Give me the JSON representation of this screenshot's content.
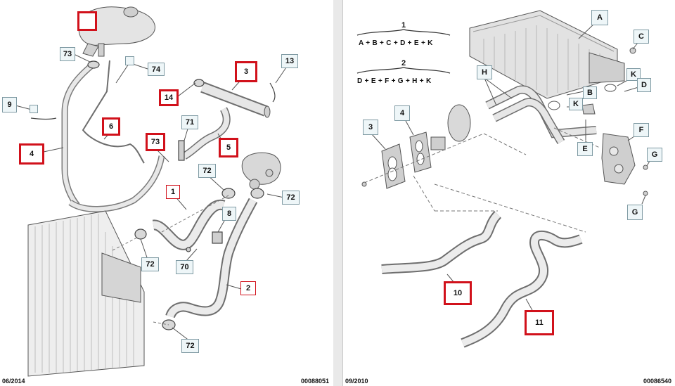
{
  "left_panel": {
    "footer_date": "06/2014",
    "footer_ref": "00088051",
    "labels": {
      "l73a": "73",
      "l74": "74",
      "l13": "13",
      "l3": "3",
      "l14": "14",
      "l9": "9",
      "l6": "6",
      "l71": "71",
      "l4": "4",
      "l73b": "73",
      "l5": "5",
      "l72a": "72",
      "l72b": "72",
      "l1": "1",
      "l8": "8",
      "l72c": "72",
      "l70": "70",
      "l2": "2",
      "l72d": "72"
    }
  },
  "right_panel": {
    "footer_date": "09/2010",
    "footer_ref": "00086540",
    "formula1_number": "1",
    "formula1": "A + B + C + D + E + K",
    "formula2_number": "2",
    "formula2": "D + E + F + G + H + K",
    "labels": {
      "A": "A",
      "C": "C",
      "H": "H",
      "K1": "K",
      "B": "B",
      "D": "D",
      "K2": "K",
      "E": "E",
      "F": "F",
      "G1": "G",
      "G2": "G",
      "n3": "3",
      "n4": "4",
      "n10": "10",
      "n11": "11"
    }
  },
  "colors": {
    "highlight": "#d1111b",
    "label_fill": "#eef6f8",
    "label_border": "#7f9aa3",
    "part_stroke": "#555555",
    "part_fill": "#d9d9d9"
  }
}
